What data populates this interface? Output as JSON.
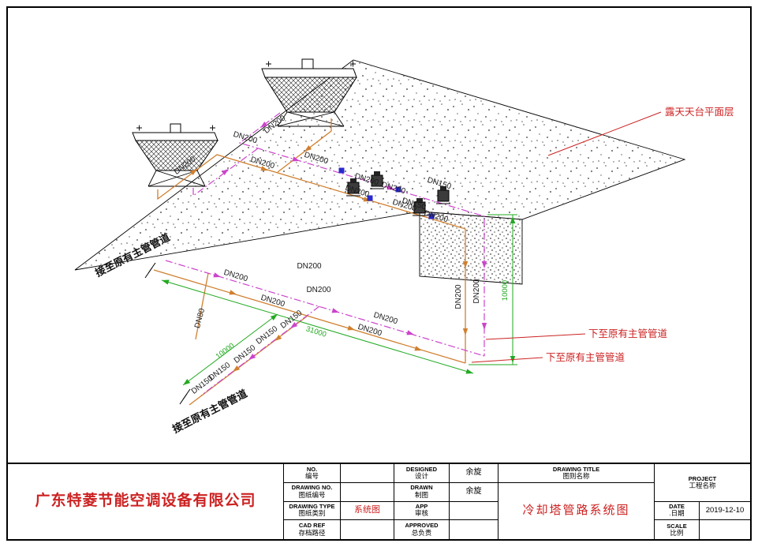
{
  "drawing": {
    "platform_note": "露天天台平面层",
    "down_note_1": "下至原有主管管道",
    "down_note_2": "下至原有主管管道",
    "connect_note_1": "接至原有主管管道",
    "connect_note_2": "接至原有主管管道",
    "dim_run": "31000",
    "dim_branch": "10000",
    "dim_drop": "10000",
    "pipe_labels": [
      "DN200",
      "DN200",
      "DN200",
      "DN200",
      "DN200",
      "DN200",
      "DN200",
      "DN150",
      "DN150",
      "DN200",
      "DN200",
      "DN200",
      "DN200",
      "DN200",
      "DN200",
      "DN200",
      "DN200",
      "DN200",
      "DN200",
      "DN200",
      "DN80",
      "DN150",
      "DN150",
      "DN150",
      "DN150",
      "DN150"
    ]
  },
  "colors": {
    "pipe_supply": "#d08030",
    "pipe_return": "#cc44cc",
    "dimension_green": "#22aa22",
    "annotation_red": "#cc2222",
    "valve_blue": "#2a2acc"
  },
  "title_block": {
    "company": "广东特菱节能空调设备有限公司",
    "no_en": "NO.",
    "no_zh": "编号",
    "no_value": "",
    "drawing_no_en": "DRAWING NO.",
    "drawing_no_zh": "图纸编号",
    "drawing_no_value": "",
    "drawing_type_en": "DRAWING TYPE",
    "drawing_type_zh": "图纸类别",
    "drawing_type_value": "系统图",
    "cad_ref_en": "CAD REF",
    "cad_ref_zh": "存档路径",
    "cad_ref_value": "",
    "designed_en": "DESIGNED",
    "designed_zh": "设计",
    "designed_value": "余旋",
    "drawn_en": "DRAWN",
    "drawn_zh": "制图",
    "drawn_value": "余旋",
    "app_en": "APP",
    "app_zh": "审核",
    "app_value": "",
    "approved_en": "APPROVED",
    "approved_zh": "总负责",
    "approved_value": "",
    "drawing_title_en": "DRAWING TITLE",
    "drawing_title_zh": "图则名称",
    "drawing_title_value": "冷却塔管路系统图",
    "project_en": "PROJECT",
    "project_zh": "工程名称",
    "date_en": "DATE",
    "date_zh": ".日期",
    "date_value": "2019-12-10",
    "scale_en": "SCALE",
    "scale_zh": "比例",
    "scale_value": ""
  }
}
